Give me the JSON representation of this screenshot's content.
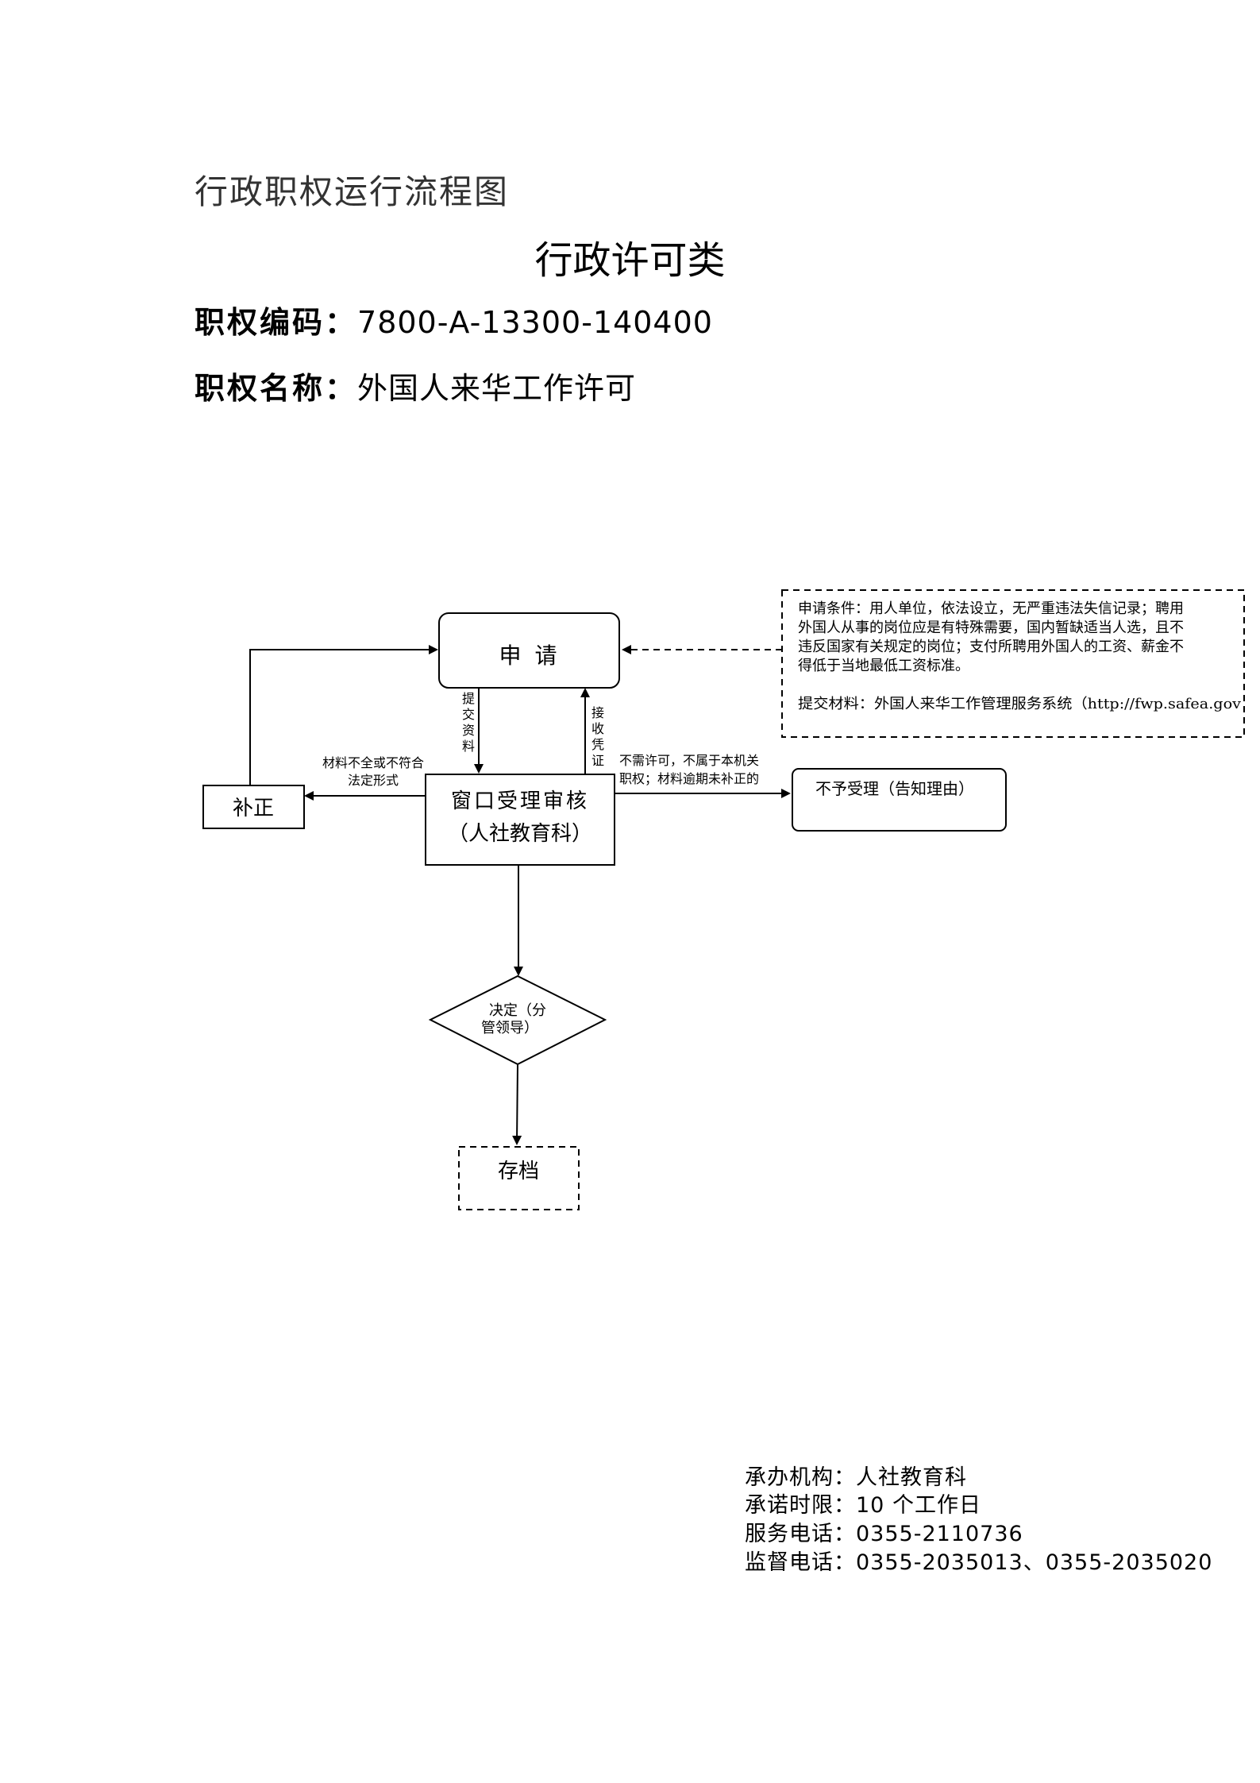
{
  "header": {
    "doc_type": "行政职权运行流程图",
    "category": "行政许可类",
    "code_label": "职权编码：",
    "code_value": "7800-A-13300-140400",
    "name_label": "职权名称：",
    "name_value": "外国人来华工作许可"
  },
  "diagram": {
    "nodes": {
      "apply": "申 请",
      "review_line1": "窗口受理审核",
      "review_line2": "（人社教育科）",
      "correct": "补正",
      "reject": "不予受理（告知理由）",
      "decision_line1": "决定（分",
      "decision_line2": "管领导）",
      "archive": "存档"
    },
    "notes": {
      "conditions": [
        "申请条件：用人单位，依法设立，无严重违法失信记录；聘用",
        "外国人从事的岗位应是有特殊需要，国内暂缺适当人选，且不",
        "违反国家有关规定的岗位；支付所聘用外国人的工资、薪金不",
        "得低于当地最低工资标准。"
      ],
      "materials": "提交材料：外国人来华工作管理服务系统（http://fwp.safea.gov"
    },
    "edges": {
      "submit": [
        "提",
        "交",
        "资",
        "料"
      ],
      "receipt": [
        "接",
        "收",
        "凭",
        "证"
      ],
      "incomplete_line1": "材料不全或不符合",
      "incomplete_line2": "法定形式",
      "reject_line1": "不需许可，不属于本机关",
      "reject_line2": "职权；材料逾期未补正的"
    }
  },
  "footer": {
    "agency": "承办机构：人社教育科",
    "deadline": "承诺时限：10 个工作日",
    "service_phone": "服务电话：0355-2110736",
    "supervision_phone": "监督电话：0355-2035013、0355-2035020"
  }
}
